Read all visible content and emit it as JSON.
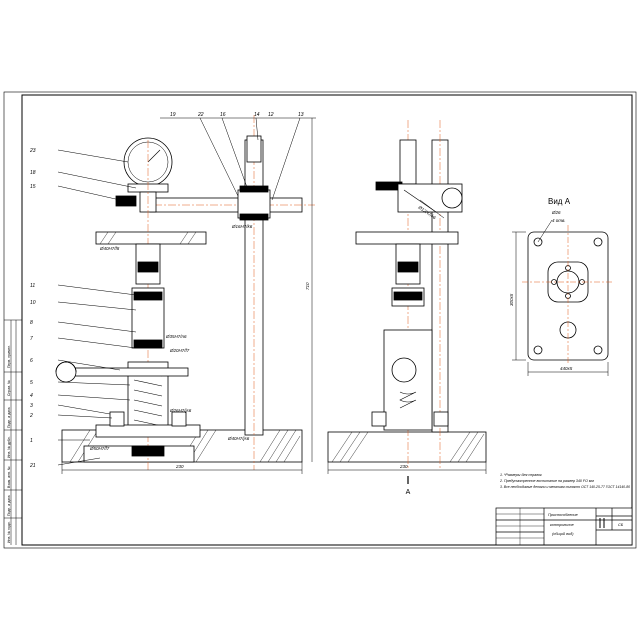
{
  "front_view": {
    "leader_labels": [
      "23",
      "18",
      "15",
      "11",
      "10",
      "8",
      "7",
      "6",
      "5",
      "4",
      "3",
      "2",
      "1",
      "21",
      "22",
      "16",
      "14",
      "13",
      "12",
      "19"
    ],
    "dimensions": {
      "height": "710",
      "width": "230",
      "fits": [
        "Ø40H7/f8",
        "Ø35H7/n6",
        "Ø20H7/f7",
        "Ø26H7/js6",
        "Ø40H7/js6",
        "Ø50H7/f7",
        "Ø16H7/k6"
      ]
    }
  },
  "side_view": {
    "dimensions": {
      "width": "230",
      "callout": "Ø12H7/k6"
    }
  },
  "view_a": {
    "title": "Вид А",
    "dimensions": {
      "width": "440x5",
      "height": "300x5",
      "holes": "4 отв.",
      "hole_dia": "Ø26"
    }
  },
  "section_marker": "А",
  "technical_requirements": [
    "1. *Размеры для справок",
    "2. Предусмотренное воспитание на размер 340 FO мм",
    "3. Все необходимые детали и механизм согласно ОСТ 140-25-77 ГОСТ 14140-80"
  ],
  "title_block": {
    "name_line1": "Приспособление",
    "name_line2": "контрольное",
    "name_line3": "(общий вид)",
    "sheet_code": "СБ"
  },
  "left_margin_stamps": [
    "Перв. примен.",
    "Справ. №",
    "Подп. и дата",
    "Инв. № дубл.",
    "Взам. инв. №",
    "Подп. и дата",
    "Инв. № подл."
  ]
}
